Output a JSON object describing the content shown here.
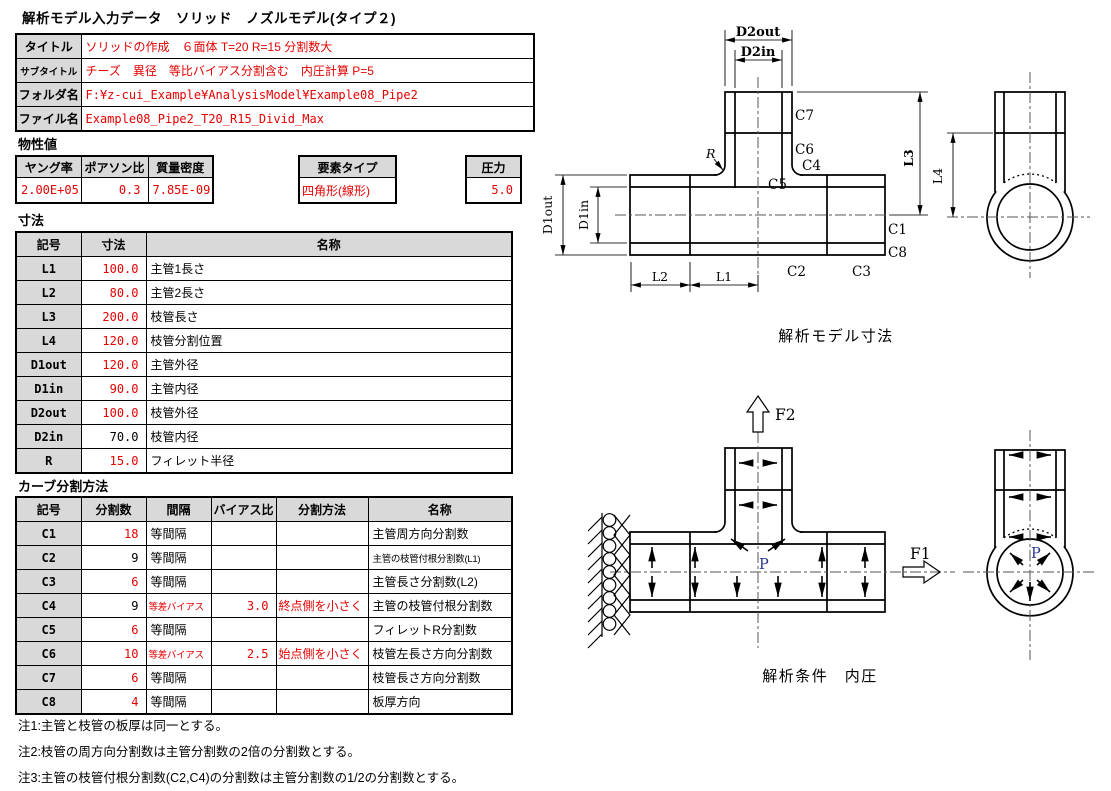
{
  "page": {
    "title": "解析モデル入力データ　ソリッド　ノズルモデル(タイプ２)"
  },
  "header_table": {
    "rows": [
      {
        "label": "タイトル",
        "value": "ソリッドの作成　６面体 T=20 R=15 分割数大"
      },
      {
        "label": "サブタイトル",
        "value": "チーズ　異径　等比バイアス分割含む　内圧計算 P=5"
      },
      {
        "label": "フォルダ名",
        "value": "F:¥z-cui_Example¥AnalysisModel¥Example08_Pipe2"
      },
      {
        "label": "ファイル名",
        "value": "Example08_Pipe2_T20_R15_Divid_Max"
      }
    ]
  },
  "material": {
    "section_label": "物性値",
    "headers": [
      "ヤング率",
      "ポアソン比",
      "質量密度"
    ],
    "values": [
      "2.00E+05",
      "0.3",
      "7.85E-09"
    ],
    "element_type_label": "要素タイプ",
    "element_type_value": "四角形(線形)",
    "pressure_label": "圧力",
    "pressure_value": "5.0"
  },
  "dimensions": {
    "section_label": "寸法",
    "headers": [
      "記号",
      "寸法",
      "名称"
    ],
    "rows": [
      {
        "symbol": "L1",
        "value": "100.0",
        "name": "主管1長さ"
      },
      {
        "symbol": "L2",
        "value": "80.0",
        "name": "主管2長さ"
      },
      {
        "symbol": "L3",
        "value": "200.0",
        "name": "枝管長さ"
      },
      {
        "symbol": "L4",
        "value": "120.0",
        "name": "枝管分割位置"
      },
      {
        "symbol": "D1out",
        "value": "120.0",
        "name": "主管外径"
      },
      {
        "symbol": "D1in",
        "value": "90.0",
        "name": "主管内径"
      },
      {
        "symbol": "D2out",
        "value": "100.0",
        "name": "枝管外径"
      },
      {
        "symbol": "D2in",
        "value": "70.0",
        "name": "枝管内径"
      },
      {
        "symbol": "R",
        "value": "15.0",
        "name": "フィレット半径"
      }
    ]
  },
  "curve_division": {
    "section_label": "カーブ分割方法",
    "headers": [
      "記号",
      "分割数",
      "間隔",
      "バイアス比",
      "分割方法",
      "名称"
    ],
    "rows": [
      {
        "symbol": "C1",
        "count": "18",
        "spacing": "等間隔",
        "bias": "",
        "method": "",
        "name": "主管周方向分割数"
      },
      {
        "symbol": "C2",
        "count": "9",
        "spacing": "等間隔",
        "bias": "",
        "method": "",
        "name": "主管の枝管付根分割数(L1)"
      },
      {
        "symbol": "C3",
        "count": "6",
        "spacing": "等間隔",
        "bias": "",
        "method": "",
        "name": "主管長さ分割数(L2)"
      },
      {
        "symbol": "C4",
        "count": "9",
        "spacing": "等差バイアス",
        "bias": "3.0",
        "method": "終点側を小さく",
        "name": "主管の枝管付根分割数"
      },
      {
        "symbol": "C5",
        "count": "6",
        "spacing": "等間隔",
        "bias": "",
        "method": "",
        "name": "フィレットR分割数"
      },
      {
        "symbol": "C6",
        "count": "10",
        "spacing": "等差バイアス",
        "bias": "2.5",
        "method": "始点側を小さく",
        "name": "枝管左長さ方向分割数"
      },
      {
        "symbol": "C7",
        "count": "6",
        "spacing": "等間隔",
        "bias": "",
        "method": "",
        "name": "枝管長さ方向分割数"
      },
      {
        "symbol": "C8",
        "count": "4",
        "spacing": "等間隔",
        "bias": "",
        "method": "",
        "name": "板厚方向"
      }
    ]
  },
  "notes": [
    "注1:主管と枝管の板厚は同一とする。",
    "注2:枝管の周方向分割数は主管分割数の2倍の分割数とする。",
    "注3:主管の枝管付根分割数(C2,C4)の分割数は主管分割数の1/2の分割数とする。"
  ],
  "diagram_model": {
    "caption": "解析モデル寸法",
    "labels": {
      "d2out": "D2out",
      "d2in": "D2in",
      "l3": "L3",
      "l4": "L4",
      "d1out": "D1out",
      "d1in": "D1in",
      "l1": "L1",
      "l2": "L2",
      "r": "R",
      "c1": "C1",
      "c2": "C2",
      "c3": "C3",
      "c4": "C4",
      "c5": "C5",
      "c6": "C6",
      "c7": "C7",
      "c8": "C8"
    }
  },
  "diagram_condition": {
    "caption": "解析条件　内圧",
    "labels": {
      "f1": "F1",
      "f2": "F2",
      "p_front": "P",
      "p_side": "P"
    }
  },
  "colors": {
    "input_value_red": "#e60000",
    "header_cell_grey": "#d9d9d9",
    "pressure_label_blue": "#283593",
    "line_black": "#000000"
  }
}
